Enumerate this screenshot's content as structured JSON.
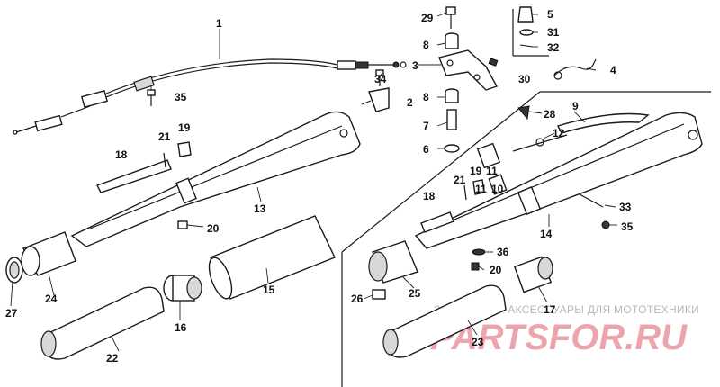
{
  "labels": [
    "1",
    "2",
    "3",
    "4",
    "5",
    "6",
    "7",
    "8",
    "8",
    "9",
    "10",
    "11",
    "11",
    "12",
    "13",
    "14",
    "15",
    "16",
    "17",
    "18",
    "18",
    "19",
    "19",
    "20",
    "20",
    "21",
    "21",
    "22",
    "23",
    "24",
    "25",
    "26",
    "27",
    "28",
    "29",
    "30",
    "31",
    "32",
    "33",
    "34",
    "35",
    "35",
    "36"
  ],
  "watermark": {
    "tagline": "ЗАПЧАСТИ И АКСЕССУАРЫ ДЛЯ МОТОТЕХНИКИ",
    "logo": "PARTSFOR.RU"
  },
  "colors": {
    "ink": "#1a1a1a",
    "watermark_red": "#d63a4a",
    "watermark_gray": "#b8b8b8"
  }
}
